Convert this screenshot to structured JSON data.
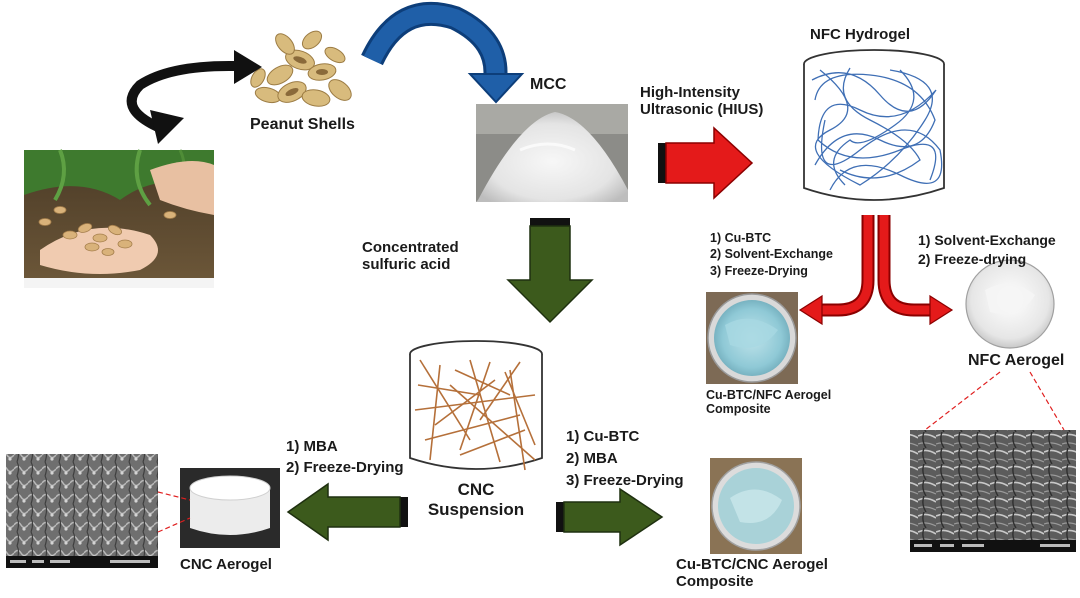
{
  "labels": {
    "peanut_shells": "Peanut Shells",
    "mcc": "MCC",
    "hius_line1": "High-Intensity",
    "hius_line2": "Ultrasonic (HIUS)",
    "nfc_hydrogel": "NFC Hydrogel",
    "acid_line1": "Concentrated",
    "acid_line2": "sulfuric acid",
    "cnc_line1": "CNC",
    "cnc_line2": "Suspension",
    "cnc_aerogel": "CNC Aerogel",
    "nfc_aerogel": "NFC Aerogel",
    "cubtc_nfc_line1": "Cu-BTC/NFC Aerogel",
    "cubtc_nfc_line2": "Composite",
    "cubtc_cnc_line1": "Cu-BTC/CNC Aerogel",
    "cubtc_cnc_line2": "Composite"
  },
  "steps": {
    "nfc_composite": [
      "1) Cu-BTC",
      "2) Solvent-Exchange",
      "3) Freeze-Drying"
    ],
    "nfc_aerogel": [
      "1) Solvent-Exchange",
      "2) Freeze-drying"
    ],
    "cnc_aerogel": [
      "1) MBA",
      "2) Freeze-Drying"
    ],
    "cnc_composite": [
      "1) Cu-BTC",
      "2) MBA",
      "3) Freeze-Drying"
    ]
  },
  "colors": {
    "blue_arrow": "#1f5fa8",
    "red_arrow": "#e41a1a",
    "green_arrow": "#3c5a1c",
    "black_arrow": "#111111",
    "cellulose_fiber": "#b5703a",
    "nanofibril": "#3f6fb5",
    "connector": "#e02020"
  }
}
